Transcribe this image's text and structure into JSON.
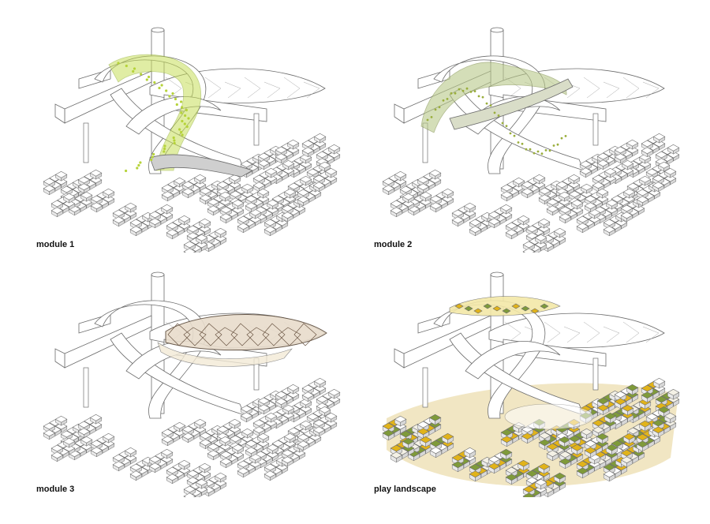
{
  "panels": [
    {
      "id": "module1",
      "caption": "module 1",
      "highlight": "ribbon-a",
      "highlight_color": "#c8df5a"
    },
    {
      "id": "module2",
      "caption": "module 2",
      "highlight": "ribbon-b",
      "highlight_color": "#b9c98a"
    },
    {
      "id": "module3",
      "caption": "module 3",
      "highlight": "canopy",
      "highlight_color": "#a08670"
    },
    {
      "id": "landscape",
      "caption": "play landscape",
      "highlight": "ground",
      "highlight_color": "#e6d7a6"
    }
  ],
  "colors": {
    "line": "#6d6d6d",
    "fill": "#ffffff",
    "yellow": "#e1b31a",
    "green": "#7f9a3a",
    "sand": "#efe2b8",
    "grey": "#c9c9c9"
  }
}
